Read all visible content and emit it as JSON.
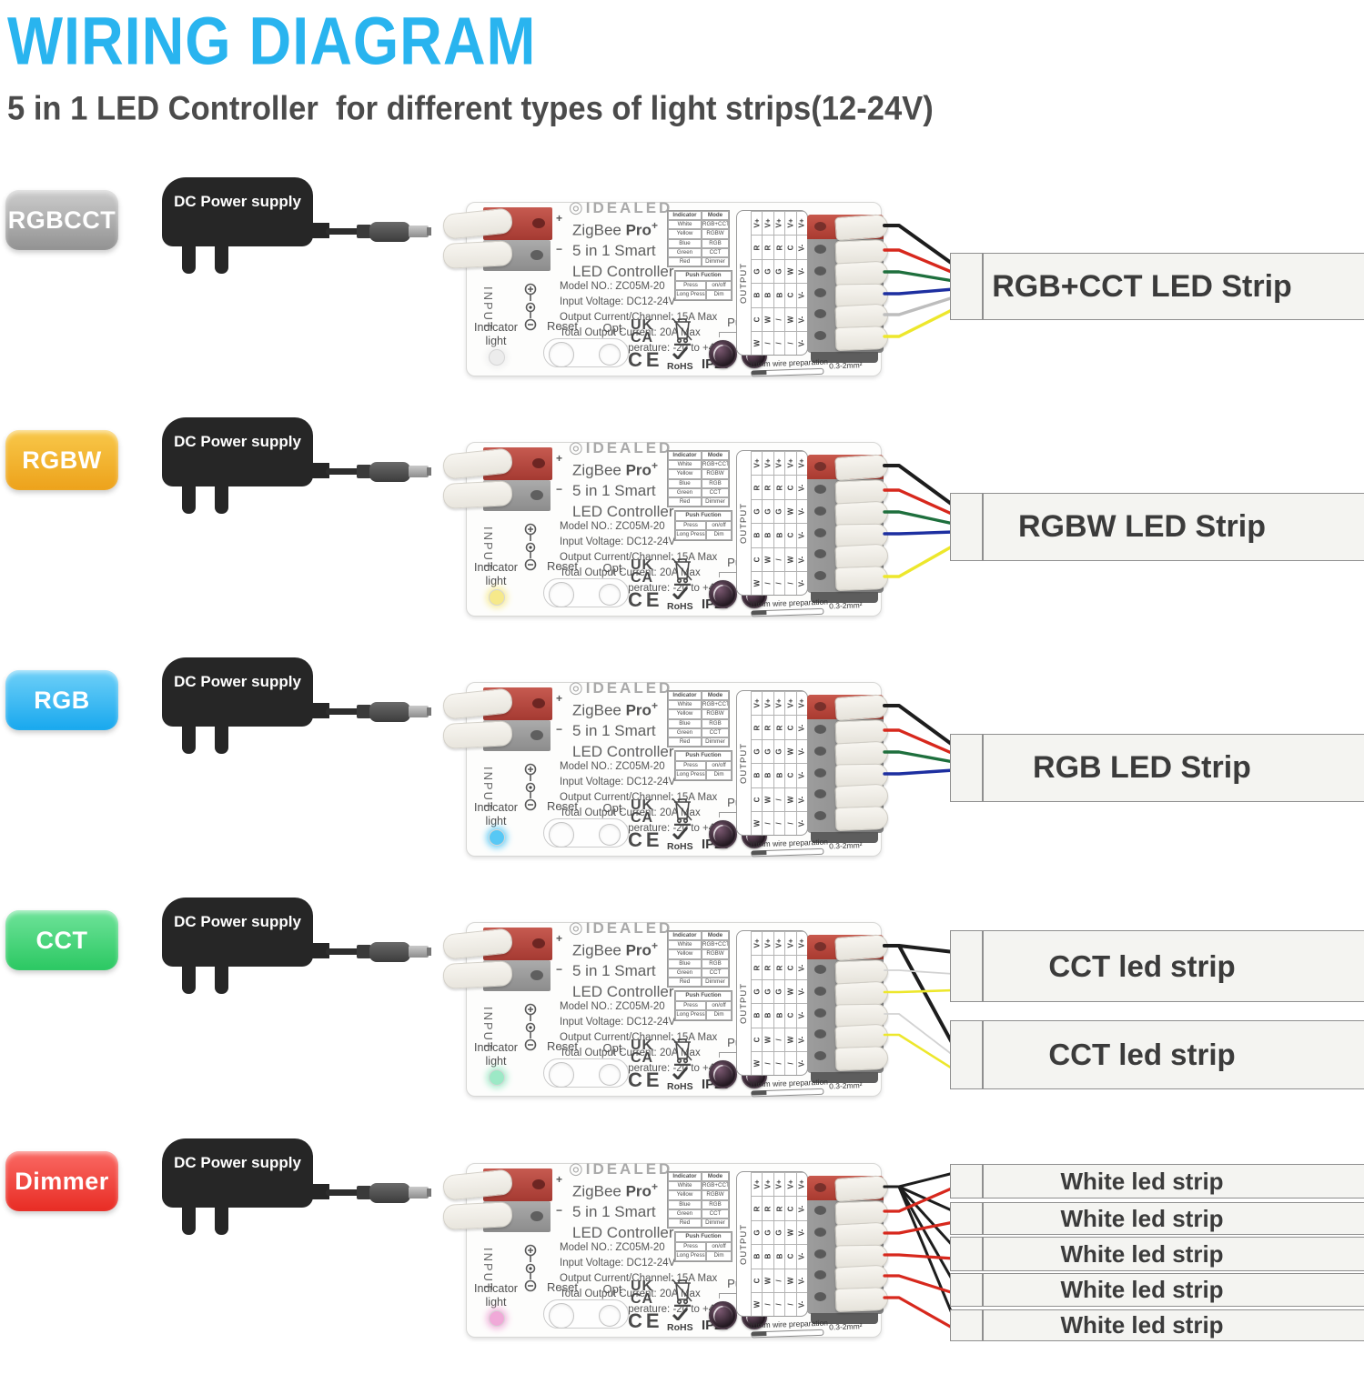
{
  "colors": {
    "accent": "#29b4ef",
    "subtitle": "#4b4b4b",
    "psu": "#262626",
    "strip-bg": "#f4f4f1",
    "strip-border": "#8f8f8f",
    "wire_black": "#1d1d1d",
    "wire_red": "#d7281d",
    "wire_green": "#1e6f3d",
    "wire_blue": "#1d2fa0",
    "wire_gray": "#bdbdbd",
    "wire_yellow": "#ede72c",
    "wire_white": "#d2d2d2"
  },
  "header": {
    "title": "WIRING DIAGRAM",
    "subtitle": "5 in 1 LED Controller  for different types of light strips(12-24V)"
  },
  "power_supply": {
    "label": "DC Power supply"
  },
  "controller": {
    "brand_icon": "◎",
    "brand": "IDEALED",
    "product": {
      "line1_zigbee": "ZigBee ",
      "line1_pro": "Pro",
      "line1_plus": "+",
      "line2": "5 in 1 Smart",
      "line3": "LED Controller"
    },
    "specs": [
      "Model NO.: ZC05M-20",
      "Input Voltage: DC12-24V",
      "Output Current/Channel: 15A Max",
      "Total Output Current: 20A Max",
      "Operating Temperature: -20 to +45°C"
    ],
    "input_label": "INPUT",
    "polarity_plus": "+",
    "polarity_minus": "−",
    "indicator_label_line1": "Indicator",
    "indicator_label_line2": "light",
    "reset_label": "Reset",
    "opt_label": "Opt",
    "push_label": "Push",
    "certs": {
      "ukca_top": "UK",
      "ukca_bottom": "CA",
      "ce": "CE",
      "rohs": "RoHS",
      "ip": "IP20"
    },
    "mode_table": {
      "headers": [
        "Indicator light",
        "Mode"
      ],
      "rows": [
        [
          "White",
          "RGB+CCT"
        ],
        [
          "Yellow",
          "RGBW"
        ],
        [
          "Blue",
          "RGB"
        ],
        [
          "Green",
          "CCT"
        ],
        [
          "Red",
          "Dimmer"
        ]
      ]
    },
    "push_table": {
      "header": "Push Fuction",
      "rows": [
        [
          "Press",
          "on/off"
        ],
        [
          "Long Press",
          "Dim"
        ]
      ]
    },
    "output_label": "OUTPUT",
    "output_grid": [
      [
        "V+",
        "V+",
        "V+",
        "V+",
        "V+"
      ],
      [
        "R",
        "R",
        "R",
        "C",
        "V-"
      ],
      [
        "G",
        "G",
        "G",
        "W",
        "V-"
      ],
      [
        "B",
        "B",
        "B",
        "C",
        "V-"
      ],
      [
        "C",
        "W",
        "/",
        "W",
        "V-"
      ],
      [
        "W",
        "/",
        "/",
        "/",
        "V-"
      ]
    ],
    "wire_note": "10mm wire preparation",
    "wire_gauge": "0.3-2mm²"
  },
  "rows": [
    {
      "badge": {
        "label": "RGBCCT",
        "top": "#cdcdcd",
        "bottom": "#929292"
      },
      "indicator_color": "#ececec",
      "strips": [
        {
          "label": "RGB+CCT LED Strip"
        }
      ],
      "wires": [
        {
          "color": "black",
          "from_terminal": 1,
          "to_strip": 1
        },
        {
          "color": "red",
          "from_terminal": 2,
          "to_strip": 1
        },
        {
          "color": "green",
          "from_terminal": 3,
          "to_strip": 1
        },
        {
          "color": "blue",
          "from_terminal": 4,
          "to_strip": 1
        },
        {
          "color": "gray",
          "from_terminal": 5,
          "to_strip": 1
        },
        {
          "color": "yellow",
          "from_terminal": 6,
          "to_strip": 1
        }
      ]
    },
    {
      "badge": {
        "label": "RGBW",
        "top": "#f8c84a",
        "bottom": "#eda21b"
      },
      "indicator_color": "#f6e98a",
      "strips": [
        {
          "label": "RGBW LED Strip"
        }
      ],
      "wires": [
        {
          "color": "black",
          "from_terminal": 1,
          "to_strip": 1
        },
        {
          "color": "red",
          "from_terminal": 2,
          "to_strip": 1
        },
        {
          "color": "green",
          "from_terminal": 3,
          "to_strip": 1
        },
        {
          "color": "blue",
          "from_terminal": 4,
          "to_strip": 1
        },
        {
          "color": "yellow",
          "from_terminal": 6,
          "to_strip": 1
        }
      ]
    },
    {
      "badge": {
        "label": "RGB",
        "top": "#6fd0f8",
        "bottom": "#18a8ee"
      },
      "indicator_color": "#57c8f5",
      "strips": [
        {
          "label": "RGB LED Strip"
        }
      ],
      "wires": [
        {
          "color": "black",
          "from_terminal": 1,
          "to_strip": 1
        },
        {
          "color": "red",
          "from_terminal": 2,
          "to_strip": 1
        },
        {
          "color": "green",
          "from_terminal": 3,
          "to_strip": 1
        },
        {
          "color": "blue",
          "from_terminal": 4,
          "to_strip": 1
        }
      ]
    },
    {
      "badge": {
        "label": "CCT",
        "top": "#6fe39a",
        "bottom": "#2bc862"
      },
      "indicator_color": "#9ce9c6",
      "strips": [
        {
          "label": "CCT led strip"
        },
        {
          "label": "CCT led strip"
        }
      ],
      "wires": [
        {
          "color": "black",
          "from_terminal": 1,
          "to_strip": 1
        },
        {
          "color": "black",
          "from_terminal": 1,
          "to_strip": 2
        },
        {
          "color": "white",
          "from_terminal": 2,
          "to_strip": 1
        },
        {
          "color": "yellow",
          "from_terminal": 3,
          "to_strip": 1
        },
        {
          "color": "white",
          "from_terminal": 4,
          "to_strip": 2
        },
        {
          "color": "yellow",
          "from_terminal": 5,
          "to_strip": 2
        }
      ]
    },
    {
      "badge": {
        "label": "Dimmer",
        "top": "#fa6a64",
        "bottom": "#e82c24"
      },
      "indicator_color": "#f0a9d8",
      "strips": [
        {
          "label": "White led strip"
        },
        {
          "label": "White led strip"
        },
        {
          "label": "White led strip"
        },
        {
          "label": "White led strip"
        },
        {
          "label": "White led strip"
        }
      ],
      "wires": [
        {
          "color": "black",
          "from_terminal": 1,
          "to_strip": 1
        },
        {
          "color": "black",
          "from_terminal": 1,
          "to_strip": 2
        },
        {
          "color": "black",
          "from_terminal": 1,
          "to_strip": 3
        },
        {
          "color": "black",
          "from_terminal": 1,
          "to_strip": 4
        },
        {
          "color": "black",
          "from_terminal": 1,
          "to_strip": 5
        },
        {
          "color": "red",
          "from_terminal": 2,
          "to_strip": 1
        },
        {
          "color": "red",
          "from_terminal": 3,
          "to_strip": 2
        },
        {
          "color": "red",
          "from_terminal": 4,
          "to_strip": 3
        },
        {
          "color": "red",
          "from_terminal": 5,
          "to_strip": 4
        },
        {
          "color": "red",
          "from_terminal": 6,
          "to_strip": 5
        }
      ]
    }
  ]
}
